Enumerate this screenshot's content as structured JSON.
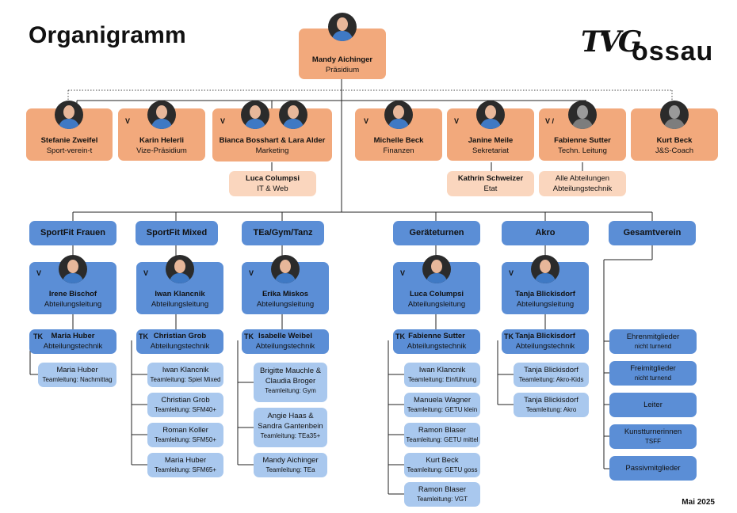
{
  "title": "Organigramm",
  "logo": {
    "tv": "TVG",
    "gossau": "ossau"
  },
  "date": "Mai 2025",
  "president": {
    "name": "Mandy Aichinger",
    "role": "Präsidium"
  },
  "board": [
    {
      "mark": "",
      "name": "Stefanie Zweifel",
      "role": "Sport-verein-t"
    },
    {
      "mark": "V",
      "name": "Karin Helerli",
      "role": "Vize-Präsidium"
    },
    {
      "mark": "V",
      "name": "Bianca Bosshart & Lara Alder",
      "role": "Marketing"
    },
    {
      "mark": "V",
      "name": "Michelle Beck",
      "role": "Finanzen"
    },
    {
      "mark": "V",
      "name": "Janine Meile",
      "role": "Sekretariat"
    },
    {
      "mark": "V /",
      "name": "Fabienne Sutter",
      "role": "Techn. Leitung"
    },
    {
      "mark": "",
      "name": "Kurt Beck",
      "role": "J&S-Coach"
    }
  ],
  "board_sub": [
    {
      "name": "Luca Columpsi",
      "role": "IT & Web"
    },
    {
      "name": "Kathrin Schweizer",
      "role": "Etat"
    },
    {
      "name": "Alle Abteilungen",
      "role": "Abteilungstechnik"
    }
  ],
  "departments": [
    {
      "title": "SportFit Frauen",
      "lead": {
        "mark": "V",
        "name": "Irene Bischof",
        "role": "Abteilungsleitung"
      },
      "tk": {
        "mark": "TK",
        "name": "Maria Huber",
        "role": "Abteilungstechnik"
      },
      "teams": [
        {
          "name": "Maria Huber",
          "role": "Teamleitung: Nachmittag"
        }
      ]
    },
    {
      "title": "SportFit Mixed",
      "lead": {
        "mark": "V",
        "name": "Iwan Klancnik",
        "role": "Abteilungsleitung"
      },
      "tk": {
        "mark": "TK",
        "name": "Christian Grob",
        "role": "Abteilungstechnik"
      },
      "teams": [
        {
          "name": "Iwan Klancnik",
          "role": "Teamleitung: Spiel Mixed"
        },
        {
          "name": "Christian Grob",
          "role": "Teamleitung: SFM40+"
        },
        {
          "name": "Roman Koller",
          "role": "Teamleitung: SFM50+"
        },
        {
          "name": "Maria Huber",
          "role": "Teamleitung: SFM65+"
        }
      ]
    },
    {
      "title": "TEa/Gym/Tanz",
      "lead": {
        "mark": "V",
        "name": "Erika Miskos",
        "role": "Abteilungsleitung"
      },
      "tk": {
        "mark": "TK",
        "name": "Isabelle Weibel",
        "role": "Abteilungstechnik"
      },
      "teams": [
        {
          "name": "Brigitte Mauchle &",
          "name2": "Claudia Broger",
          "role": "Teamleitung: Gym"
        },
        {
          "name": "Angie Haas &",
          "name2": "Sandra Gantenbein",
          "role": "Teamleitung: TEa35+"
        },
        {
          "name": "Mandy Aichinger",
          "role": "Teamleitung: TEa"
        }
      ]
    },
    {
      "title": "Geräteturnen",
      "lead": {
        "mark": "V",
        "name": "Luca Columpsi",
        "role": "Abteilungsleitung"
      },
      "tk": {
        "mark": "TK",
        "name": "Fabienne Sutter",
        "role": "Abteilungstechnik"
      },
      "teams": [
        {
          "name": "Iwan Klancnik",
          "role": "Teamleitung: Einführung"
        },
        {
          "name": "Manuela Wagner",
          "role": "Teamleitung: GETU klein"
        },
        {
          "name": "Ramon Blaser",
          "role": "Teamleitung: GETU mittel"
        },
        {
          "name": "Kurt Beck",
          "role": "Teamleitung: GETU goss"
        },
        {
          "name": "Ramon Blaser",
          "role": "Teamleitung: VGT"
        }
      ]
    },
    {
      "title": "Akro",
      "lead": {
        "mark": "V",
        "name": "Tanja Blickisdorf",
        "role": "Abteilungsleitung"
      },
      "tk": {
        "mark": "TK",
        "name": "Tanja Blickisdorf",
        "role": "Abteilungstechnik"
      },
      "teams": [
        {
          "name": "Tanja Blickisdorf",
          "role": "Teamleitung: Akro-Kids"
        },
        {
          "name": "Tanja Blickisdorf",
          "role": "Teamleitung: Akro"
        }
      ]
    },
    {
      "title": "Gesamtverein",
      "groups": [
        {
          "name": "Ehrenmitglieder",
          "role": "nicht turnend"
        },
        {
          "name": "Freimitglieder",
          "role": "nicht turnend"
        },
        {
          "name": "Leiter",
          "role": ""
        },
        {
          "name": "Kunstturnerinnen",
          "role": "TSFF"
        },
        {
          "name": "Passivmitglieder",
          "role": ""
        }
      ]
    }
  ],
  "colors": {
    "board": "#F2A97C",
    "board_sub": "#FAD6BE",
    "dept": "#5B8ED6",
    "team": "#A9C8EE"
  }
}
